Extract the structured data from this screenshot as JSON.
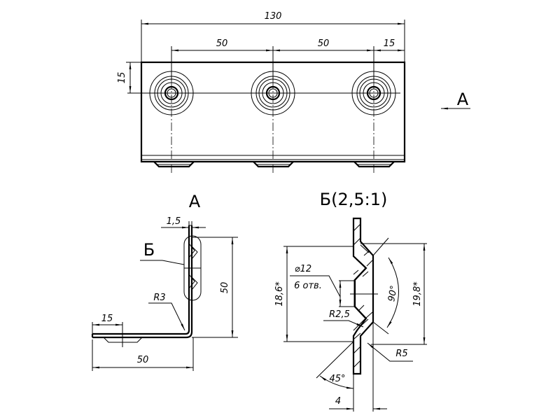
{
  "drawing": {
    "top_view": {
      "dims": {
        "overall_length": "130",
        "hole_pitch_1": "50",
        "hole_pitch_2": "50",
        "edge_to_hole_x": "15",
        "edge_to_hole_y": "15"
      },
      "view_arrow_label": "A",
      "hole_count": 3
    },
    "view_a": {
      "title": "A",
      "detail_callout": "Б",
      "dims": {
        "thickness": "1,5",
        "height": "50",
        "bend_radius": "R3",
        "edge_to_hole": "15",
        "width": "50"
      }
    },
    "detail_b": {
      "title": "Б(2,5:1)",
      "dims": {
        "hole_diameter": "⌀12",
        "hole_count_note": "6 отв.",
        "inner_height": "18,6*",
        "outer_height": "19,8*",
        "angle_90": "90°",
        "angle_45": "45°",
        "inner_radius": "R2,5",
        "outer_radius": "R5",
        "depth": "4"
      }
    }
  }
}
